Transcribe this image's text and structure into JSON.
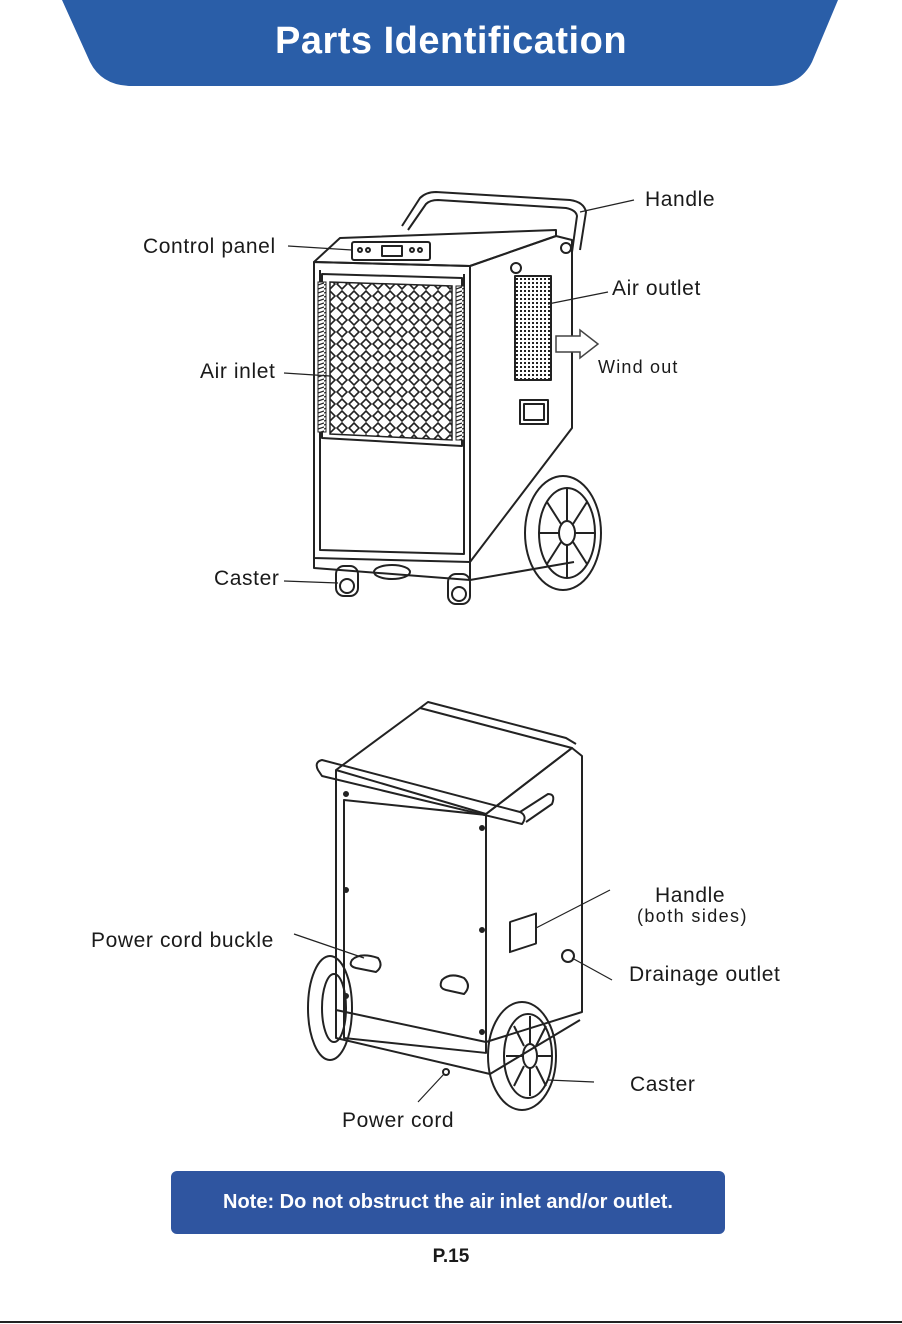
{
  "header": {
    "title": "Parts Identification",
    "background_color": "#2a5ea8"
  },
  "front_view": {
    "labels": {
      "handle": "Handle",
      "control_panel": "Control panel",
      "air_outlet": "Air outlet",
      "wind_out": "Wind out",
      "air_inlet": "Air inlet",
      "caster": "Caster"
    }
  },
  "back_view": {
    "labels": {
      "handle": "Handle",
      "handle_note": "(both sides)",
      "power_cord_buckle": "Power cord buckle",
      "drainage_outlet": "Drainage outlet",
      "caster": "Caster",
      "power_cord": "Power cord"
    }
  },
  "note": {
    "text": "Note: Do not obstruct the air inlet and/or outlet.",
    "background_color": "#2f55a0"
  },
  "footer": {
    "page_number": "P.15"
  }
}
